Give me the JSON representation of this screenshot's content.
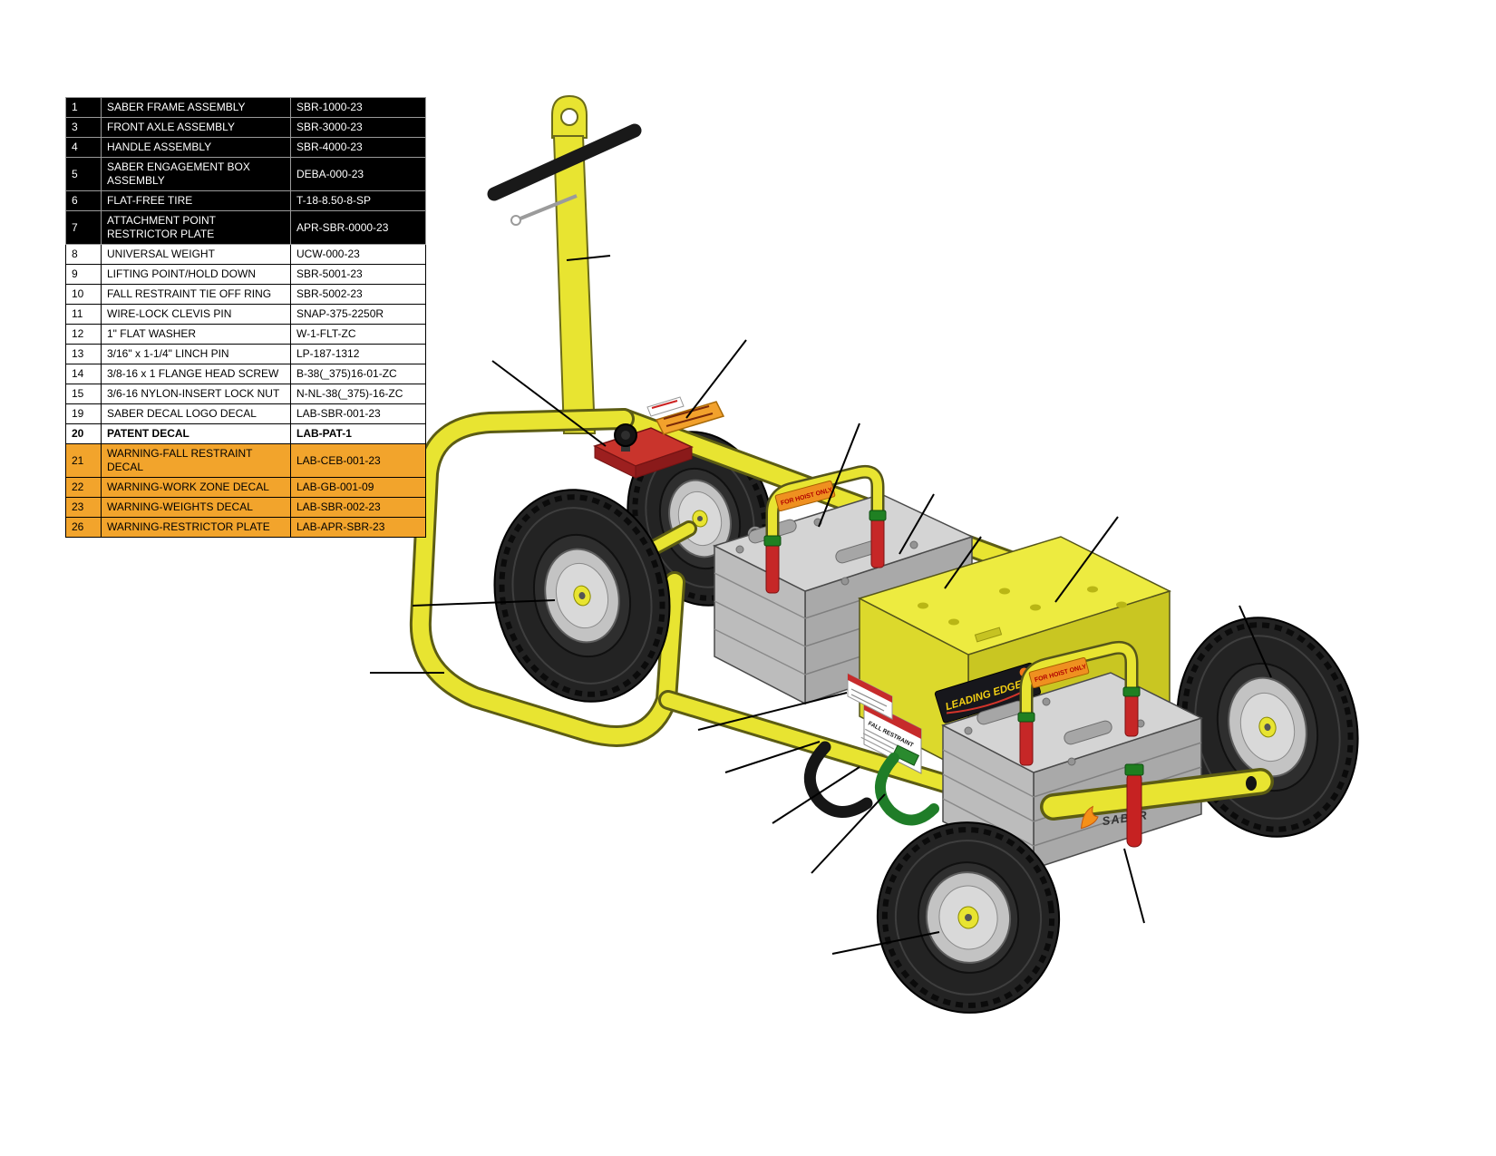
{
  "parts_table": {
    "rows": [
      {
        "num": "1",
        "desc": "SABER FRAME ASSEMBLY",
        "part": "SBR-1000-23",
        "style": "dark"
      },
      {
        "num": "3",
        "desc": "FRONT AXLE  ASSEMBLY",
        "part": "SBR-3000-23",
        "style": "dark"
      },
      {
        "num": "4",
        "desc": "HANDLE ASSEMBLY",
        "part": "SBR-4000-23",
        "style": "dark"
      },
      {
        "num": "5",
        "desc": "SABER ENGAGEMENT BOX ASSEMBLY",
        "part": "DEBA-000-23",
        "style": "dark"
      },
      {
        "num": "6",
        "desc": "FLAT-FREE TIRE",
        "part": "T-18-8.50-8-SP",
        "style": "dark"
      },
      {
        "num": "7",
        "desc": "ATTACHMENT POINT RESTRICTOR PLATE",
        "part": "APR-SBR-0000-23",
        "style": "dark"
      },
      {
        "num": "8",
        "desc": "UNIVERSAL WEIGHT",
        "part": "UCW-000-23",
        "style": "light"
      },
      {
        "num": "9",
        "desc": "LIFTING POINT/HOLD DOWN",
        "part": "SBR-5001-23",
        "style": "light"
      },
      {
        "num": "10",
        "desc": "FALL RESTRAINT TIE OFF RING",
        "part": "SBR-5002-23",
        "style": "light"
      },
      {
        "num": "11",
        "desc": "WIRE-LOCK CLEVIS PIN",
        "part": "SNAP-375-2250R",
        "style": "light"
      },
      {
        "num": "12",
        "desc": "1\" FLAT WASHER",
        "part": "W-1-FLT-ZC",
        "style": "light"
      },
      {
        "num": "13",
        "desc": "3/16\" x 1-1/4\" LINCH PIN",
        "part": "LP-187-1312",
        "style": "light"
      },
      {
        "num": "14",
        "desc": "3/8-16 x 1 FLANGE HEAD SCREW",
        "part": "B-38(_375)16-01-ZC",
        "style": "light"
      },
      {
        "num": "15",
        "desc": "3/6-16 NYLON-INSERT LOCK NUT",
        "part": "N-NL-38(_375)-16-ZC",
        "style": "light"
      },
      {
        "num": "19",
        "desc": "SABER DECAL LOGO DECAL",
        "part": "LAB-SBR-001-23",
        "style": "light"
      },
      {
        "num": "20",
        "desc": "PATENT DECAL",
        "part": "LAB-PAT-1",
        "style": "light-bold"
      },
      {
        "num": "21",
        "desc": "WARNING-FALL RESTRAINT DECAL",
        "part": "LAB-CEB-001-23",
        "style": "warning"
      },
      {
        "num": "22",
        "desc": "WARNING-WORK ZONE DECAL",
        "part": "LAB-GB-001-09",
        "style": "warning"
      },
      {
        "num": "23",
        "desc": "WARNING-WEIGHTS DECAL",
        "part": "LAB-SBR-002-23",
        "style": "warning"
      },
      {
        "num": "26",
        "desc": "WARNING-RESTRICTOR PLATE",
        "part": "LAB-APR-SBR-23",
        "style": "warning"
      }
    ],
    "colors": {
      "dark_bg": "#000000",
      "dark_text": "#ffffff",
      "warning_bg": "#f2a42c",
      "light_bg": "#ffffff",
      "text": "#000000"
    }
  },
  "diagram": {
    "decals": {
      "leading_edge": "LEADING EDGE",
      "saber": "SABER",
      "fall_restraint": "FALL RESTRAINT",
      "for_hoist": "FOR HOIST ONLY"
    },
    "colors": {
      "frame_yellow": "#e8e431",
      "tire_black": "#232323",
      "weight_gray": "#c6c6c6",
      "pin_red": "#c62727",
      "pin_green": "#1f8022",
      "plate_red": "#c9342c"
    }
  }
}
